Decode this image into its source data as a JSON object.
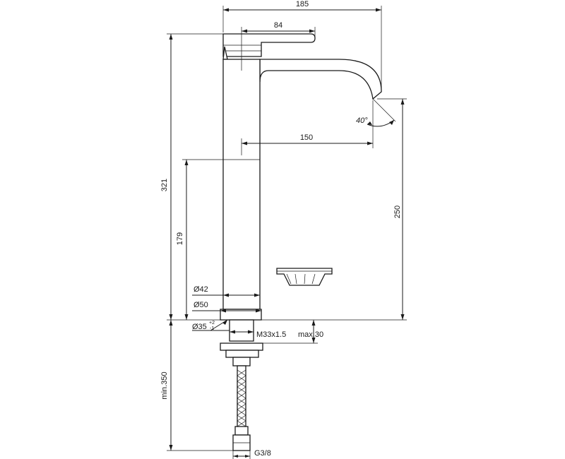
{
  "dimensions": {
    "overall_width": "185",
    "lever_length": "84",
    "spout_reach": "150",
    "overall_height": "321",
    "body_height": "179",
    "spout_height": "250",
    "spout_angle": "40°",
    "body_diameter": "Ø42",
    "base_diameter": "Ø50",
    "hole_diameter": "Ø35",
    "hole_tol_plus": "+2",
    "hole_tol_minus": "-1",
    "thread": "M33x1.5",
    "max_thickness": "max.30",
    "min_hose": "min.350",
    "connection": "G3/8"
  }
}
